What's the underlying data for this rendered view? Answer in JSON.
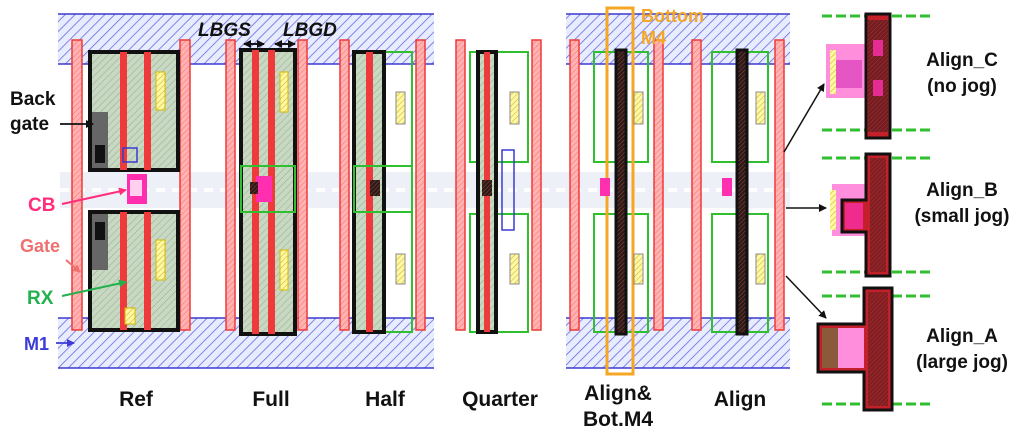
{
  "panels": [
    {
      "id": "ref",
      "label": "Ref"
    },
    {
      "id": "full",
      "label": "Full"
    },
    {
      "id": "half",
      "label": "Half"
    },
    {
      "id": "quarter",
      "label": "Quarter"
    },
    {
      "id": "align-bot-m4",
      "label_line1": "Align&",
      "label_line2": "Bot.M4"
    },
    {
      "id": "align",
      "label": "Align"
    }
  ],
  "dimension_labels": {
    "lbgs": "LBGS",
    "lbgd": "LBGD"
  },
  "bottom_m4": {
    "line1": "Bottom",
    "line2": "M4"
  },
  "callouts": {
    "back_gate_line1": "Back",
    "back_gate_line2": "gate",
    "cb": "CB",
    "gate": "Gate",
    "rx": "RX",
    "m1": "M1"
  },
  "details": [
    {
      "name": "Align_C",
      "note": "(no jog)"
    },
    {
      "name": "Align_B",
      "note": "(small jog)"
    },
    {
      "name": "Align_A",
      "note": "(large jog)"
    }
  ],
  "colors": {
    "m1_hatch": "#3a3ad0",
    "gate_red": "#ee3a3a",
    "rx_green": "#2fbf2f",
    "cb_magenta": "#ff2fb0",
    "bottom_m4_orange": "#f5a623",
    "cb_label": "#ff2d7a",
    "gate_label": "#f07070",
    "rx_label": "#22b14c",
    "m1_label": "#3b3bd6"
  }
}
